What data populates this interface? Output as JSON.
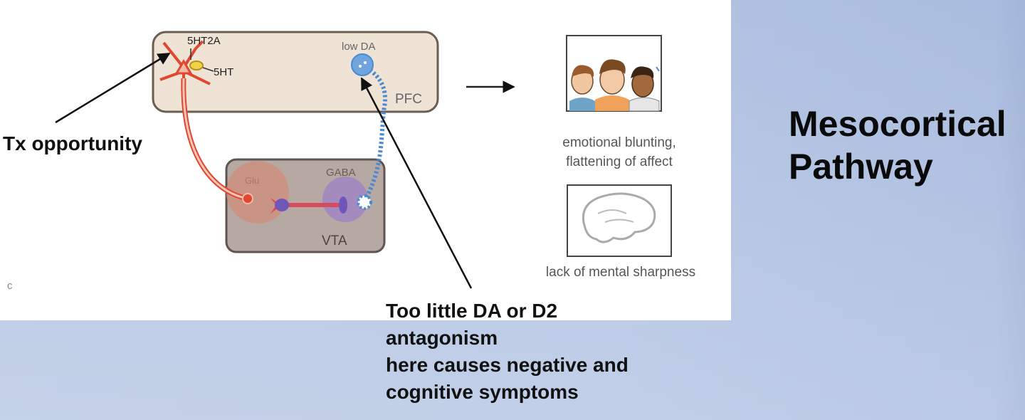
{
  "slide": {
    "title_line1": "Mesocortical",
    "title_line2": "Pathway",
    "annotation_left": "Tx opportunity",
    "caption_lines": [
      "Too little DA or D2",
      "antagonism",
      "here causes negative and",
      "cognitive symptoms"
    ]
  },
  "diagram": {
    "label_5ht2a": "5HT2A",
    "label_5ht": "5HT",
    "label_low_da": "low DA",
    "label_pfc": "PFC",
    "label_glu": "Glu",
    "label_gaba": "GABA",
    "label_vta": "VTA",
    "label_panel": "c",
    "outcome_1_line1": "emotional blunting,",
    "outcome_1_line2": "flattening of affect",
    "outcome_2": "lack of mental sharpness"
  },
  "colors": {
    "pfc_fill": "#efe3d6",
    "vta_fill": "#b6a8a3",
    "glu_neuron": "#e0472f",
    "da_neuron": "#4a8ad1",
    "gaba_neuron": "#9c7fc9"
  }
}
